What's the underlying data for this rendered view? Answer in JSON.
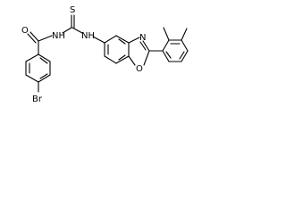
{
  "molecule": {
    "atoms": {
      "carbonyl_o": "O",
      "amide_nh": "NH",
      "thio_s": "S",
      "thio_nh": "NH",
      "bromine": "Br",
      "oxazole_n": "N",
      "oxazole_o": "O"
    },
    "colors": {
      "bond": "#000000",
      "text": "#000000",
      "background": "#ffffff"
    }
  }
}
